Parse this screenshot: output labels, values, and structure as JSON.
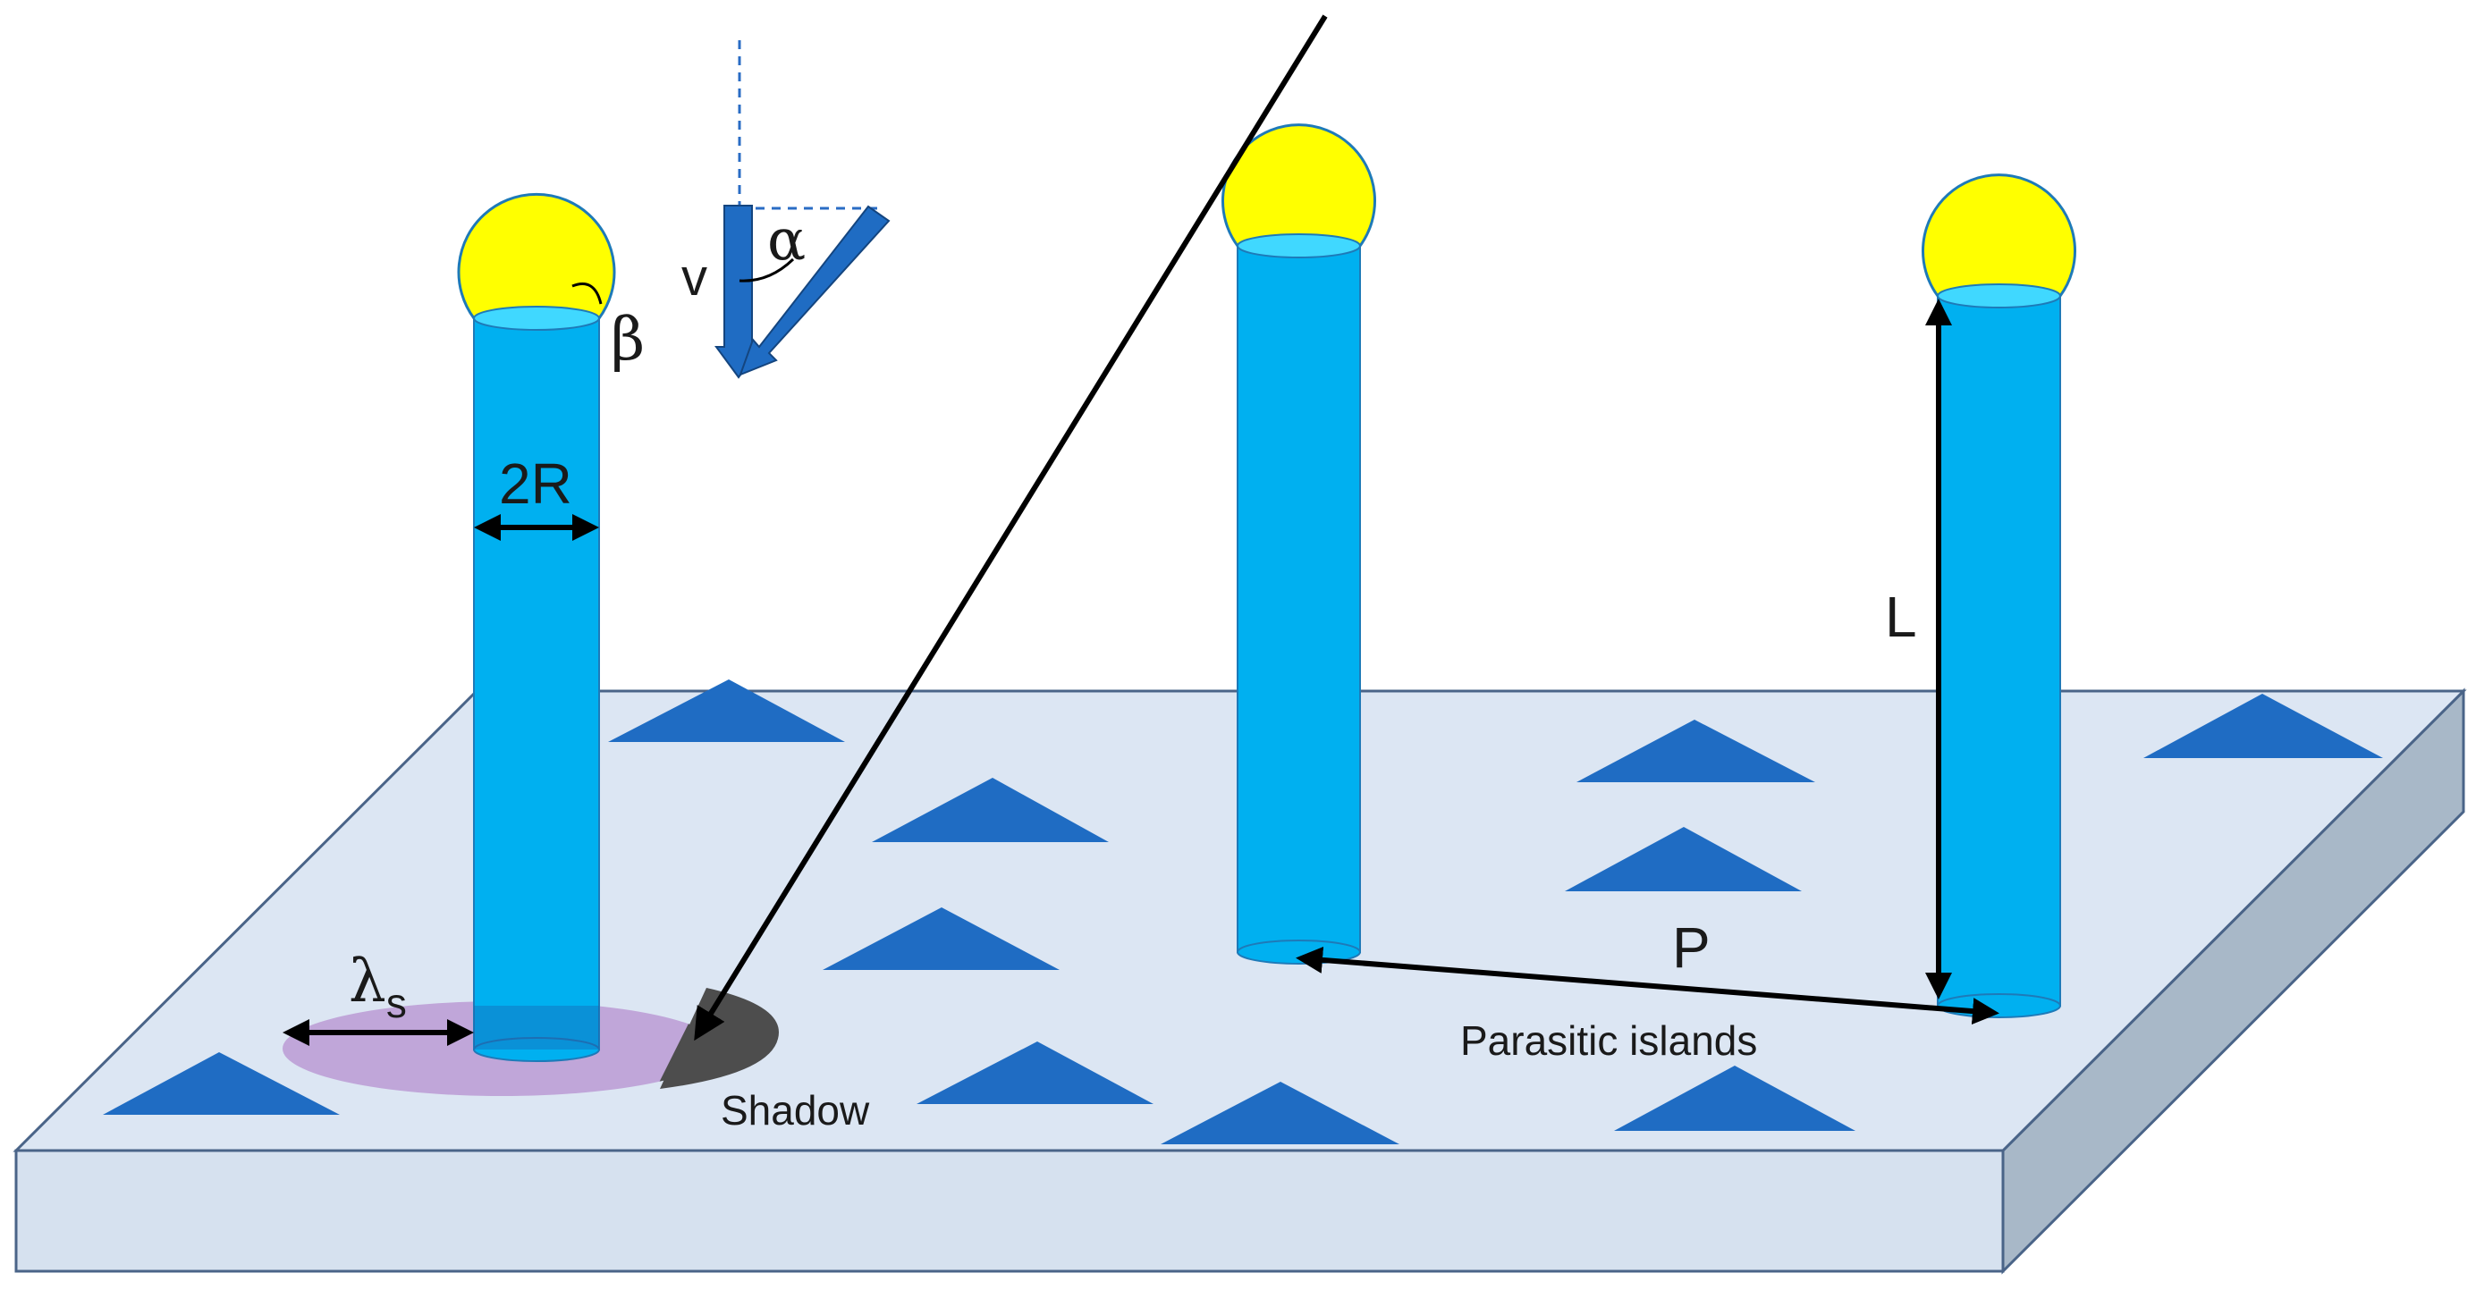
{
  "labels": {
    "v": "v",
    "alpha": "α",
    "beta": "β",
    "two_r": "2R",
    "lambda": "λ",
    "lambda_sub": "s",
    "l": "L",
    "p": "P",
    "parasitic_islands": "Parasitic islands",
    "shadow": "Shadow"
  },
  "colors": {
    "substrate_top": "#dce6f3",
    "substrate_side": "#a8b8c8",
    "substrate_front": "#d6e1ef",
    "substrate_edge": "#4a6488",
    "nanowire": "#00b0f0",
    "nanowire_edge": "#1e7ab8",
    "nanowire_top": "#40d8ff",
    "droplet": "#ffff00",
    "island": "#1f6cc3",
    "diffusion_zone": "#c0a6d9",
    "shadow": "#4d4d4d",
    "flux_arrow": "#1f6cc3",
    "line": "#000000"
  }
}
